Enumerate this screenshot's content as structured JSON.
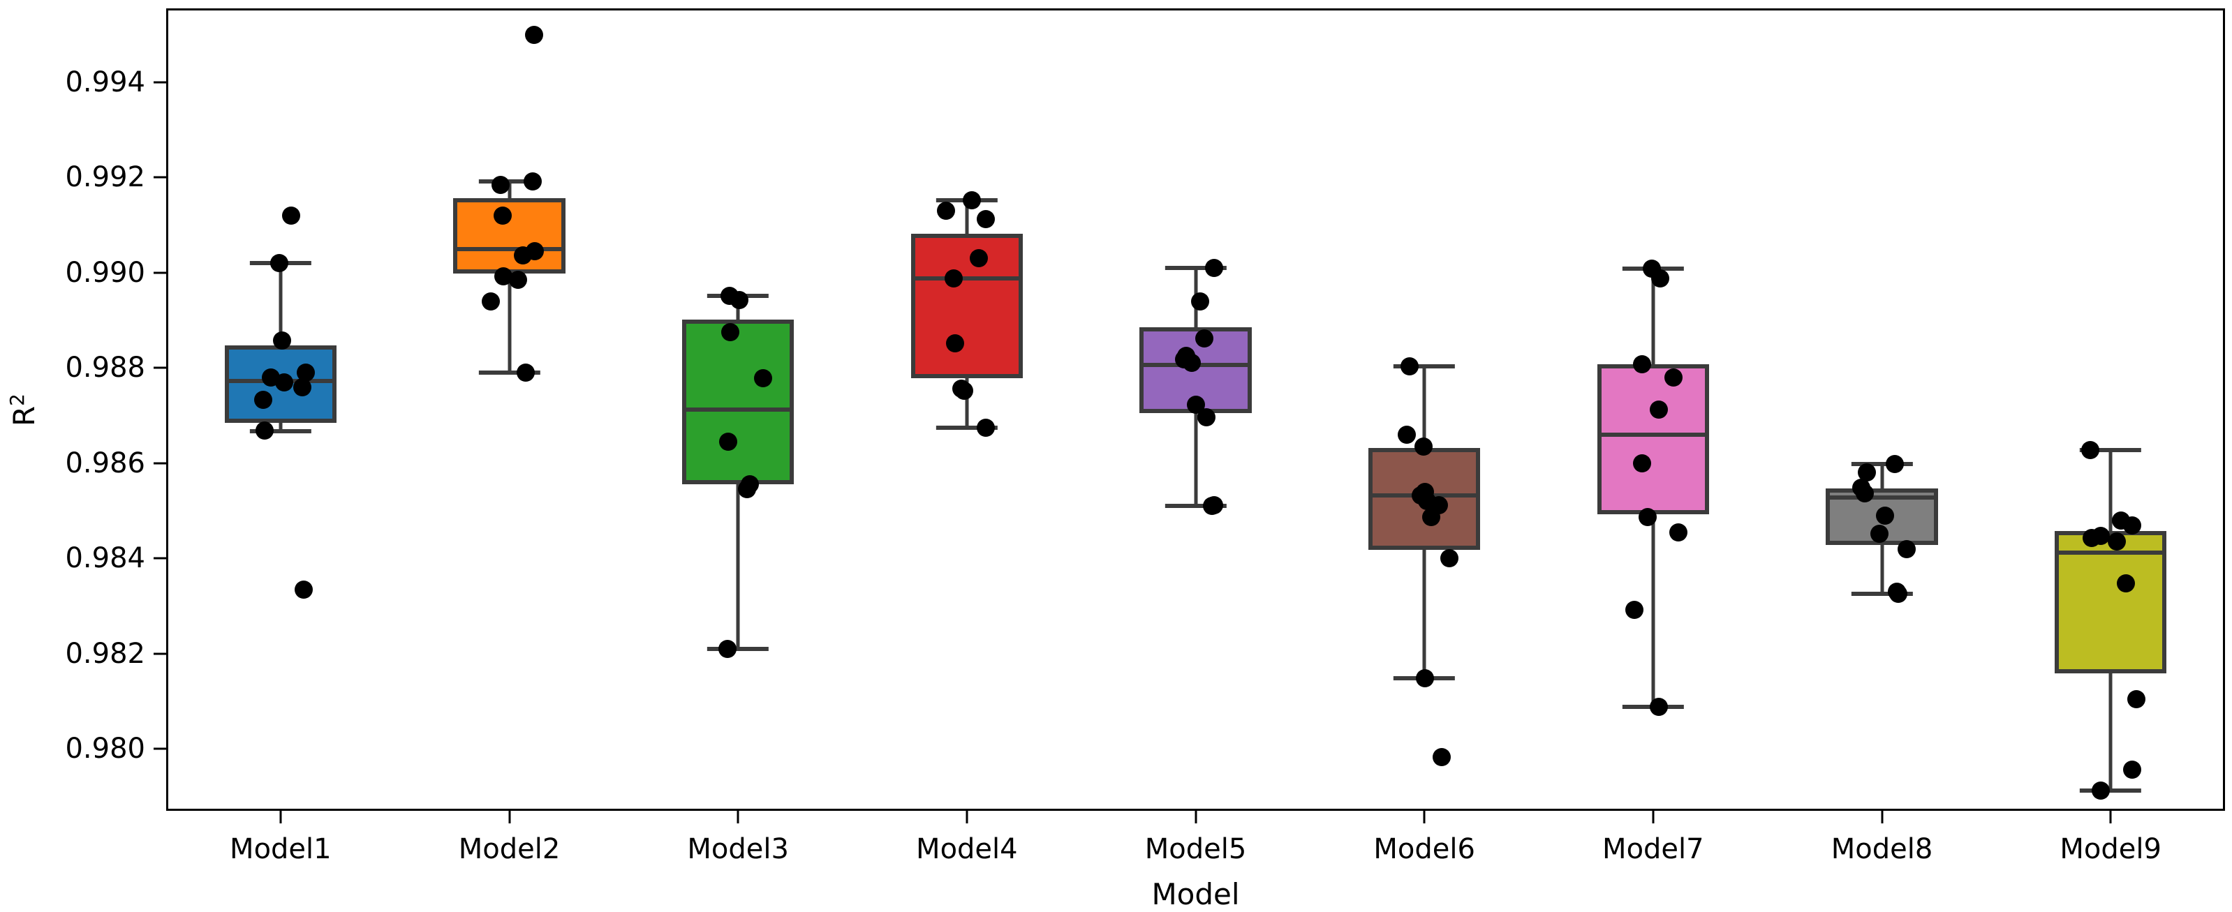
{
  "chart_data": {
    "type": "box",
    "title": "",
    "xlabel": "Model",
    "ylabel": "R²",
    "ylabel_base": "R",
    "ylabel_exp": "2",
    "grid": false,
    "legend": "none",
    "categories": [
      "Model1",
      "Model2",
      "Model3",
      "Model4",
      "Model5",
      "Model6",
      "Model7",
      "Model8",
      "Model9"
    ],
    "ylim": [
      0.9787,
      0.99555
    ],
    "ytick_values": [
      0.98,
      0.982,
      0.984,
      0.986,
      0.988,
      0.99,
      0.992,
      0.994
    ],
    "ytick_labels": [
      "0.980",
      "0.982",
      "0.984",
      "0.986",
      "0.988",
      "0.990",
      "0.992",
      "0.994"
    ],
    "colors": [
      "#1f77b4",
      "#ff7f0e",
      "#2ca02c",
      "#d62728",
      "#9467bd",
      "#8c564b",
      "#e377c2",
      "#7f7f7f",
      "#bcbd22"
    ],
    "box_edge_color": "#3b3b3b",
    "point_color": "#000000",
    "boxes": [
      {
        "label": "Model1",
        "color": "#1f77b4",
        "q1": 0.98685,
        "median": 0.98772,
        "q3": 0.98847,
        "whisker_low": 0.98667,
        "whisker_high": 0.9902,
        "points": [
          0.9912,
          0.9902,
          0.98857,
          0.9879,
          0.9878,
          0.9877,
          0.9876,
          0.98733,
          0.98668,
          0.98335
        ]
      },
      {
        "label": "Model2",
        "color": "#ff7f0e",
        "q1": 0.98998,
        "median": 0.9905,
        "q3": 0.99157,
        "whisker_low": 0.9879,
        "whisker_high": 0.99192,
        "points": [
          0.995,
          0.99192,
          0.99185,
          0.9912,
          0.99045,
          0.99037,
          0.98993,
          0.98985,
          0.9894,
          0.9879
        ]
      },
      {
        "label": "Model3",
        "color": "#2ca02c",
        "q1": 0.98555,
        "median": 0.98712,
        "q3": 0.98902,
        "whisker_low": 0.9821,
        "whisker_high": 0.98952,
        "points": [
          0.98952,
          0.98942,
          0.98875,
          0.98778,
          0.98645,
          0.98555,
          0.98545,
          0.9821
        ]
      },
      {
        "label": "Model4",
        "color": "#d62728",
        "q1": 0.98778,
        "median": 0.98988,
        "q3": 0.99082,
        "whisker_low": 0.98675,
        "whisker_high": 0.99152,
        "points": [
          0.99152,
          0.9913,
          0.99113,
          0.9903,
          0.98988,
          0.98852,
          0.98757,
          0.98752,
          0.98675
        ]
      },
      {
        "label": "Model5",
        "color": "#9467bd",
        "q1": 0.98705,
        "median": 0.98807,
        "q3": 0.98885,
        "whisker_low": 0.9851,
        "whisker_high": 0.9901,
        "points": [
          0.9901,
          0.9894,
          0.98862,
          0.98825,
          0.98818,
          0.9881,
          0.98723,
          0.98697,
          0.98512,
          0.9851
        ]
      },
      {
        "label": "Model6",
        "color": "#8c564b",
        "q1": 0.98418,
        "median": 0.98533,
        "q3": 0.98632,
        "whisker_low": 0.98148,
        "whisker_high": 0.98803,
        "points": [
          0.98803,
          0.9866,
          0.98635,
          0.9854,
          0.98533,
          0.9852,
          0.98512,
          0.98487,
          0.984,
          0.98148,
          0.97983
        ]
      },
      {
        "label": "Model7",
        "color": "#e377c2",
        "q1": 0.98492,
        "median": 0.9866,
        "q3": 0.98808,
        "whisker_low": 0.98088,
        "whisker_high": 0.99008,
        "points": [
          0.99008,
          0.98988,
          0.98808,
          0.9878,
          0.98712,
          0.986,
          0.98487,
          0.98455,
          0.98292,
          0.98088
        ]
      },
      {
        "label": "Model8",
        "color": "#7f7f7f",
        "q1": 0.98428,
        "median": 0.98528,
        "q3": 0.98547,
        "whisker_low": 0.98325,
        "whisker_high": 0.98598,
        "points": [
          0.98598,
          0.9858,
          0.98548,
          0.98537,
          0.9849,
          0.98452,
          0.9842,
          0.9833,
          0.98325
        ]
      },
      {
        "label": "Model9",
        "color": "#bcbd22",
        "q1": 0.98158,
        "median": 0.98412,
        "q3": 0.98458,
        "whisker_low": 0.97913,
        "whisker_high": 0.98628,
        "points": [
          0.98628,
          0.9848,
          0.9847,
          0.98447,
          0.98443,
          0.98435,
          0.98347,
          0.98105,
          0.97957,
          0.97913
        ]
      }
    ]
  }
}
